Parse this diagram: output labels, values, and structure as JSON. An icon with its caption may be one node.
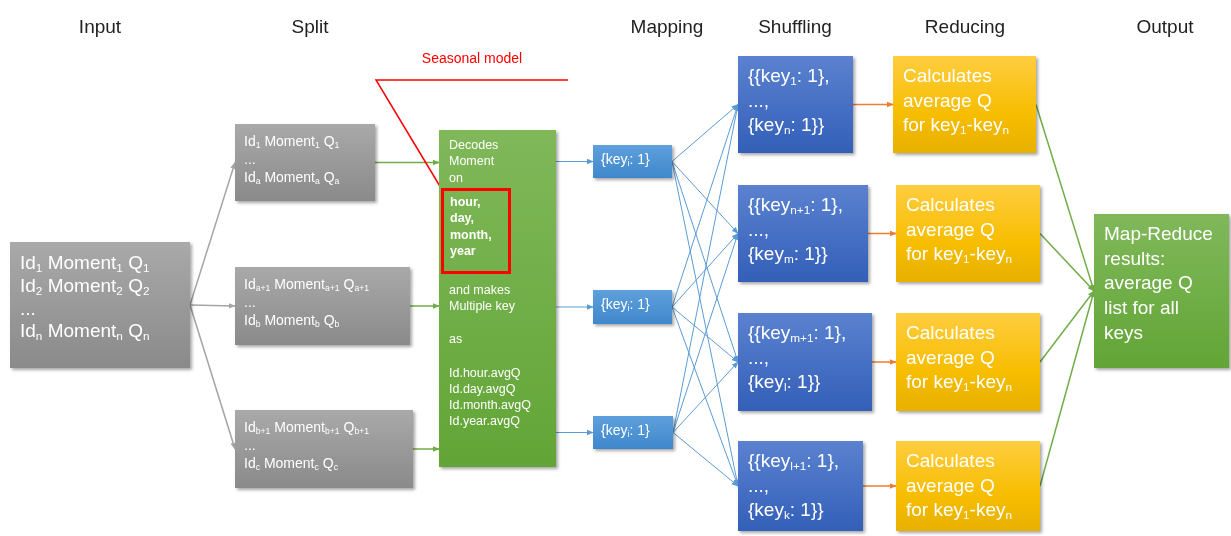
{
  "diagram": {
    "nodes": [
      {
        "text": [
          "Id$_{1}$ Moment$_{1}$ Q$_{1}$",
          "Id$_{2}$ Moment$_{2}$ Q$_{2}$",
          "...",
          "Id$_{n}$ Moment$_{n}$ Q$_{n}$"
        ]
      },
      {
        "text": [
          "Id$_{1}$ Moment$_{1}$ Q$_{1}$",
          "...",
          "Id$_{a}$ Moment$_{a}$ Q$_{a}$"
        ]
      },
      {
        "text": [
          "Id$_{a+1}$ Moment$_{a+1}$ Q$_{a+1}$",
          "...",
          "Id$_{b}$ Moment$_{b}$ Q$_{b}$"
        ]
      },
      {
        "text": [
          "Id$_{b+1}$ Moment$_{b+1}$ Q$_{b+1}$",
          "...",
          "Id$_{c}$ Moment$_{c}$ Q$_{c}$"
        ]
      },
      {
        "text": [
          "Decodes Moment on",
          "and makes Multiple key",
          "as",
          "Id.hour.avgQ Id.day.avgQ Id.month.avgQ Id.year.avgQ"
        ]
      },
      {
        "text": [
          "Seasonal model"
        ]
      },
      {
        "text": [
          "hour, day, month, year"
        ],
        "in": 4
      },
      {
        "text": [
          "{key$_{i}$: 1}"
        ]
      },
      {
        "text": [
          "{key$_{i}$: 1}"
        ]
      },
      {
        "text": [
          "{key$_{i}$: 1}"
        ]
      },
      {
        "text": [
          "{{key$_{1}$: 1},",
          "...,",
          "{key$_{n}$: 1}}"
        ]
      },
      {
        "text": [
          "{{key$_{n+1}$: 1},",
          "...,",
          "{key$_{m}$: 1}}"
        ]
      },
      {
        "text": [
          "{{key$_{m+1}$: 1},",
          "...,",
          "{key$_{l}$: 1}}"
        ]
      },
      {
        "text": [
          "{{key$_{l+1}$: 1},",
          "...,",
          "{key$_{k}$: 1}}"
        ]
      },
      {
        "text": [
          "Calculates average Q for key$_{1}$-key$_{n}$"
        ]
      },
      {
        "text": [
          "Calculates average Q for key$_{1}$-key$_{n}$"
        ]
      },
      {
        "text": [
          "Calculates average Q for key$_{1}$-key$_{n}$"
        ]
      },
      {
        "text": [
          "Calculates average Q for key$_{1}$-key$_{n}$"
        ]
      },
      {
        "text": [
          "Map-Reduce results: average Q list for all keys"
        ]
      }
    ],
    "edges": [
      {
        "from": 0,
        "to": 1,
        "arrow": "to",
        "color": "#a5a5a5"
      },
      {
        "from": 0,
        "to": 2,
        "arrow": "to",
        "color": "#a5a5a5"
      },
      {
        "from": 0,
        "to": 3,
        "arrow": "to",
        "color": "#a5a5a5"
      },
      {
        "from": 1,
        "to": 4,
        "arrow": "to",
        "color": "#70ad47"
      },
      {
        "from": 2,
        "to": 4,
        "arrow": "to",
        "color": "#70ad47"
      },
      {
        "from": 3,
        "to": 4,
        "arrow": "to",
        "color": "#70ad47"
      },
      {
        "from": 4,
        "to": 7,
        "arrow": "to"
      },
      {
        "from": 4,
        "to": 8,
        "arrow": "to"
      },
      {
        "from": 4,
        "to": 9,
        "arrow": "to"
      },
      {
        "from": 5,
        "to": 6,
        "arrow": "none",
        "color": "#ff0000"
      },
      {
        "from": 7,
        "to": 10,
        "arrow": "to"
      },
      {
        "from": 7,
        "to": 11,
        "arrow": "to"
      },
      {
        "from": 7,
        "to": 12,
        "arrow": "to"
      },
      {
        "from": 7,
        "to": 13,
        "arrow": "to"
      },
      {
        "from": 8,
        "to": 10,
        "arrow": "to"
      },
      {
        "from": 8,
        "to": 11,
        "arrow": "to"
      },
      {
        "from": 8,
        "to": 12,
        "arrow": "to"
      },
      {
        "from": 8,
        "to": 13,
        "arrow": "to"
      },
      {
        "from": 9,
        "to": 10,
        "arrow": "to"
      },
      {
        "from": 9,
        "to": 11,
        "arrow": "to"
      },
      {
        "from": 9,
        "to": 12,
        "arrow": "to"
      },
      {
        "from": 9,
        "to": 13,
        "arrow": "to"
      },
      {
        "from": 10,
        "to": 14,
        "arrow": "to",
        "color": "#ed7d31"
      },
      {
        "from": 11,
        "to": 15,
        "arrow": "to",
        "color": "#ed7d31"
      },
      {
        "from": 12,
        "to": 16,
        "arrow": "to",
        "color": "#ed7d31"
      },
      {
        "from": 13,
        "to": 17,
        "arrow": "to",
        "color": "#ed7d31"
      },
      {
        "from": 14,
        "to": 18,
        "arrow": "to",
        "color": "#70ad47"
      },
      {
        "from": 15,
        "to": 18,
        "arrow": "to",
        "color": "#70ad47"
      },
      {
        "from": 16,
        "to": 18,
        "arrow": "to",
        "color": "#70ad47"
      },
      {
        "from": 17,
        "to": 18,
        "arrow": "to",
        "color": "#70ad47"
      }
    ],
    "labels": [
      "Input",
      "Split",
      "Mapping",
      "Shuffling",
      "Reducing",
      "Output"
    ]
  }
}
